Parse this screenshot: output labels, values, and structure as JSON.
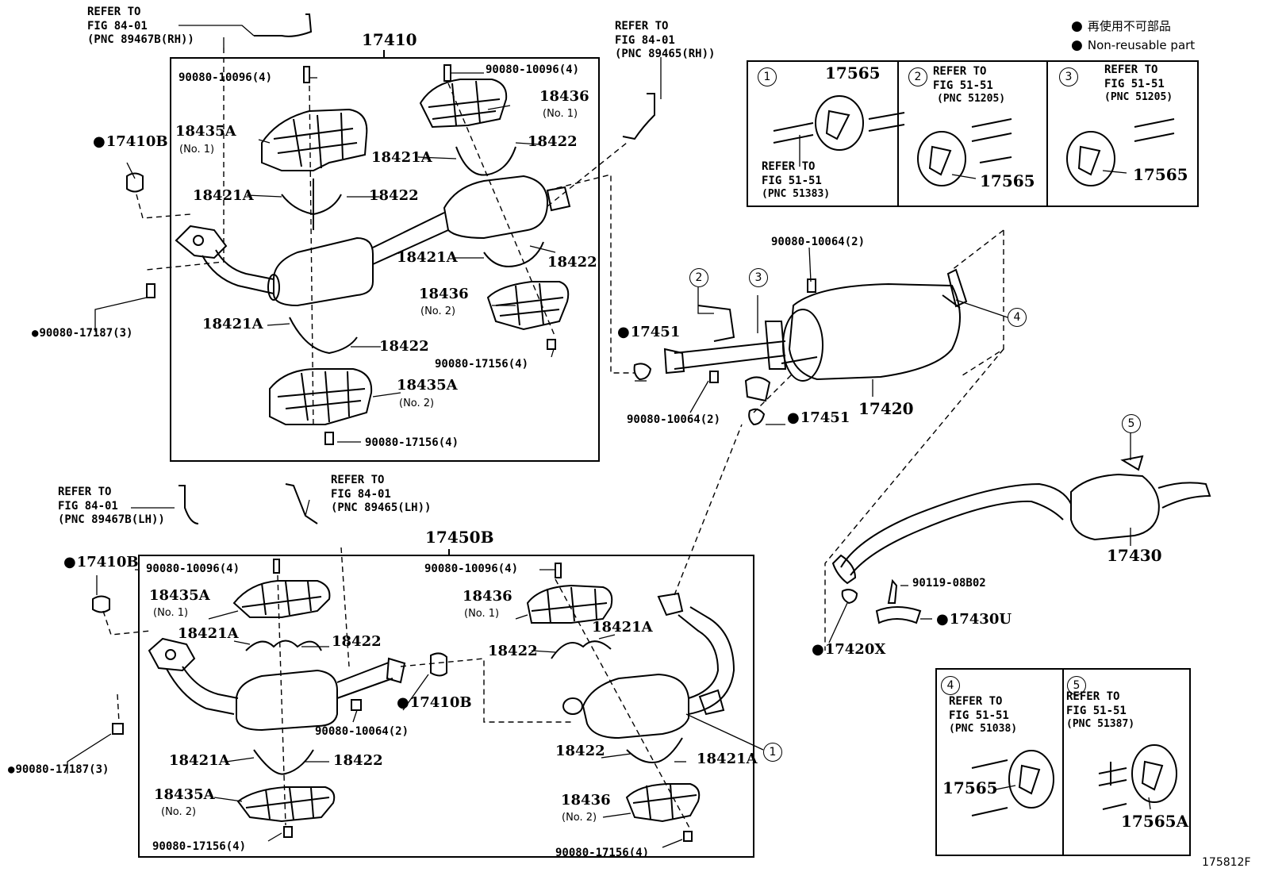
{
  "legend": {
    "jp": "再使用不可部品",
    "en": "Non-reusable part"
  },
  "figure_number": "175812F",
  "top_assembly": {
    "part": "17410",
    "refer_rh_sensor": {
      "line1": "REFER TO",
      "line2": "FIG 84-01",
      "line3": "(PNC 89467B(RH))"
    },
    "refer_rh_sensor2": {
      "line1": "REFER TO",
      "line2": "FIG 84-01",
      "line3": "(PNC 89465(RH))"
    },
    "labels": {
      "bolt_top_left": "90080-10096(4)",
      "bolt_top_right": "90080-10096(4)",
      "gasket": "17410B",
      "nut": "90080-17187(3)",
      "heat_ins_1": "18435A",
      "heat_ins_1_sub": "(No. 1)",
      "heat_ins_2": "18435A",
      "heat_ins_2_sub": "(No. 2)",
      "heat_18436_1": "18436",
      "heat_18436_1_sub": "(No. 1)",
      "heat_18436_2": "18436",
      "heat_18436_2_sub": "(No. 2)",
      "clamp_a1": "18421A",
      "clamp_a2": "18421A",
      "clamp_a3": "18421A",
      "clamp_a4": "18421A",
      "band_1": "18422",
      "band_2": "18422",
      "band_3": "18422",
      "band_4": "18422",
      "nut_17156_a": "90080-17156(4)",
      "nut_17156_b": "90080-17156(4)"
    }
  },
  "bottom_assembly": {
    "part": "17450B",
    "refer_lh_sensor": {
      "line1": "REFER TO",
      "line2": "FIG 84-01",
      "line3": "(PNC 89467B(LH))"
    },
    "refer_lh_sensor2": {
      "line1": "REFER TO",
      "line2": "FIG 84-01",
      "line3": "(PNC 89465(LH))"
    },
    "labels": {
      "gasket_left": "17410B",
      "gasket_mid": "17410B",
      "bolt_left": "90080-10096(4)",
      "bolt_right": "90080-10096(4)",
      "nut_left": "90080-17187(3)",
      "heat_ins_1": "18435A",
      "heat_ins_1_sub": "(No. 1)",
      "heat_ins_2": "18435A",
      "heat_ins_2_sub": "(No. 2)",
      "heat_18436_1": "18436",
      "heat_18436_1_sub": "(No. 1)",
      "heat_18436_2": "18436",
      "heat_18436_2_sub": "(No. 2)",
      "clamp_a1": "18421A",
      "clamp_a2": "18421A",
      "clamp_a3": "18421A",
      "clamp_a4": "18421A",
      "band_1": "18422",
      "band_2": "18422",
      "band_3": "18422",
      "band_4": "18422",
      "bolt_10064": "90080-10064(2)",
      "nut_17156_a": "90080-17156(4)",
      "nut_17156_b": "90080-17156(4)"
    }
  },
  "center_pipe": {
    "part": "17420",
    "bolt_top": "90080-10064(2)",
    "bolt_bottom": "90080-10064(2)",
    "gasket_top": "17451",
    "gasket_bottom": "17451"
  },
  "tail_pipe": {
    "part": "17430",
    "bolt": "90119-08B02",
    "clamp": "17430U",
    "gasket": "17420X"
  },
  "callouts": [
    "1",
    "2",
    "3",
    "4",
    "5"
  ],
  "inset_1": {
    "num": "1",
    "part": "17565",
    "refer1": "REFER TO",
    "refer2": "FIG 51-51",
    "refer3": "(PNC 51383)"
  },
  "inset_2": {
    "num": "2",
    "part": "17565",
    "refer1": "REFER TO",
    "refer2": "FIG 51-51",
    "refer3": "(PNC 51205)"
  },
  "inset_3": {
    "num": "3",
    "part": "17565",
    "refer1": "REFER TO",
    "refer2": "FIG 51-51",
    "refer3": "(PNC 51205)"
  },
  "inset_4": {
    "num": "4",
    "part": "17565",
    "refer1": "REFER TO",
    "refer2": "FIG 51-51",
    "refer3": "(PNC 51038)"
  },
  "inset_5": {
    "num": "5",
    "part": "17565A",
    "refer1": "REFER TO",
    "refer2": "FIG 51-51",
    "refer3": "(PNC 51387)"
  }
}
